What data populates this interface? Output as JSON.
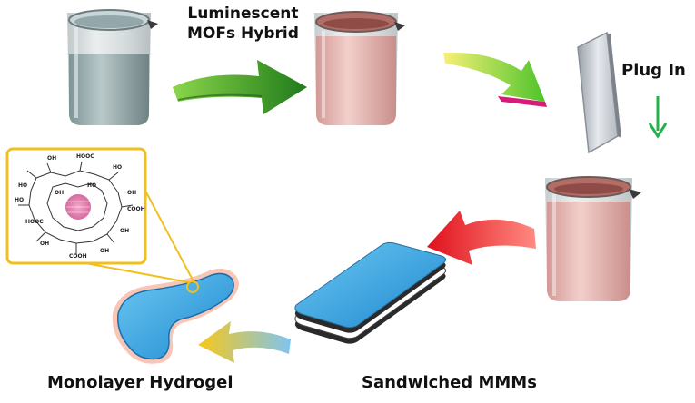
{
  "labels": {
    "hybrid_line1": "Luminescent",
    "hybrid_line2": "MOFs Hybrid",
    "plug_in": "Plug In",
    "monolayer": "Monolayer Hydrogel",
    "sandwiched": "Sandwiched MMMs"
  },
  "molecule_groups": [
    "OH",
    "HOOC",
    "HO",
    "OH",
    "COOH",
    "OH",
    "HO",
    "HO",
    "COOH",
    "OH",
    "HOOC",
    "OH",
    "HO",
    "OH"
  ],
  "colors": {
    "beaker_clear": "#9eb2b4",
    "beaker_pink": "#e7b8b4",
    "arrow_green": "#3aa020",
    "arrow_red": "#e8202a",
    "arrow_yellow": "#f6d020",
    "hydrogel_blue": "#2a9ad8",
    "inset_frame": "#f0c020"
  }
}
